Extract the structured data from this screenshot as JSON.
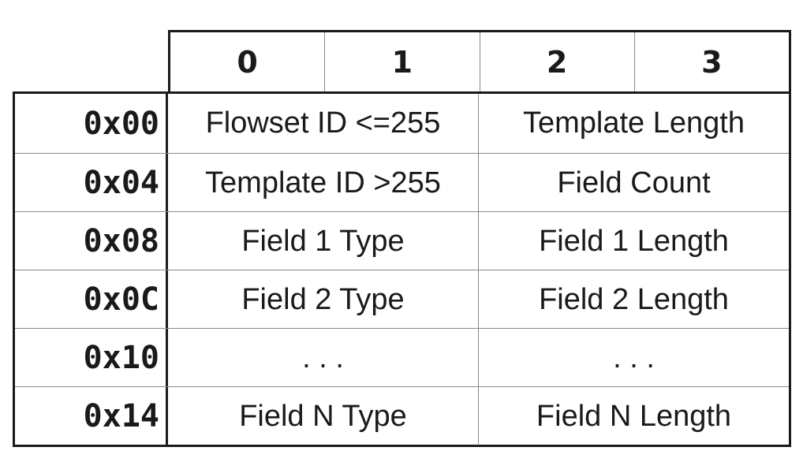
{
  "header": {
    "byte_indices": [
      "0",
      "1",
      "2",
      "3"
    ]
  },
  "rows": [
    {
      "offset": "0x00",
      "left": "Flowset ID <=255",
      "right": "Template Length"
    },
    {
      "offset": "0x04",
      "left": "Template ID >255",
      "right": "Field Count"
    },
    {
      "offset": "0x08",
      "left": "Field 1 Type",
      "right": "Field 1 Length"
    },
    {
      "offset": "0x0C",
      "left": "Field 2 Type",
      "right": "Field 2 Length"
    },
    {
      "offset": "0x10",
      "left": ". . .",
      "right": ". . ."
    },
    {
      "offset": "0x14",
      "left": "Field N Type",
      "right": "Field N Length"
    }
  ]
}
